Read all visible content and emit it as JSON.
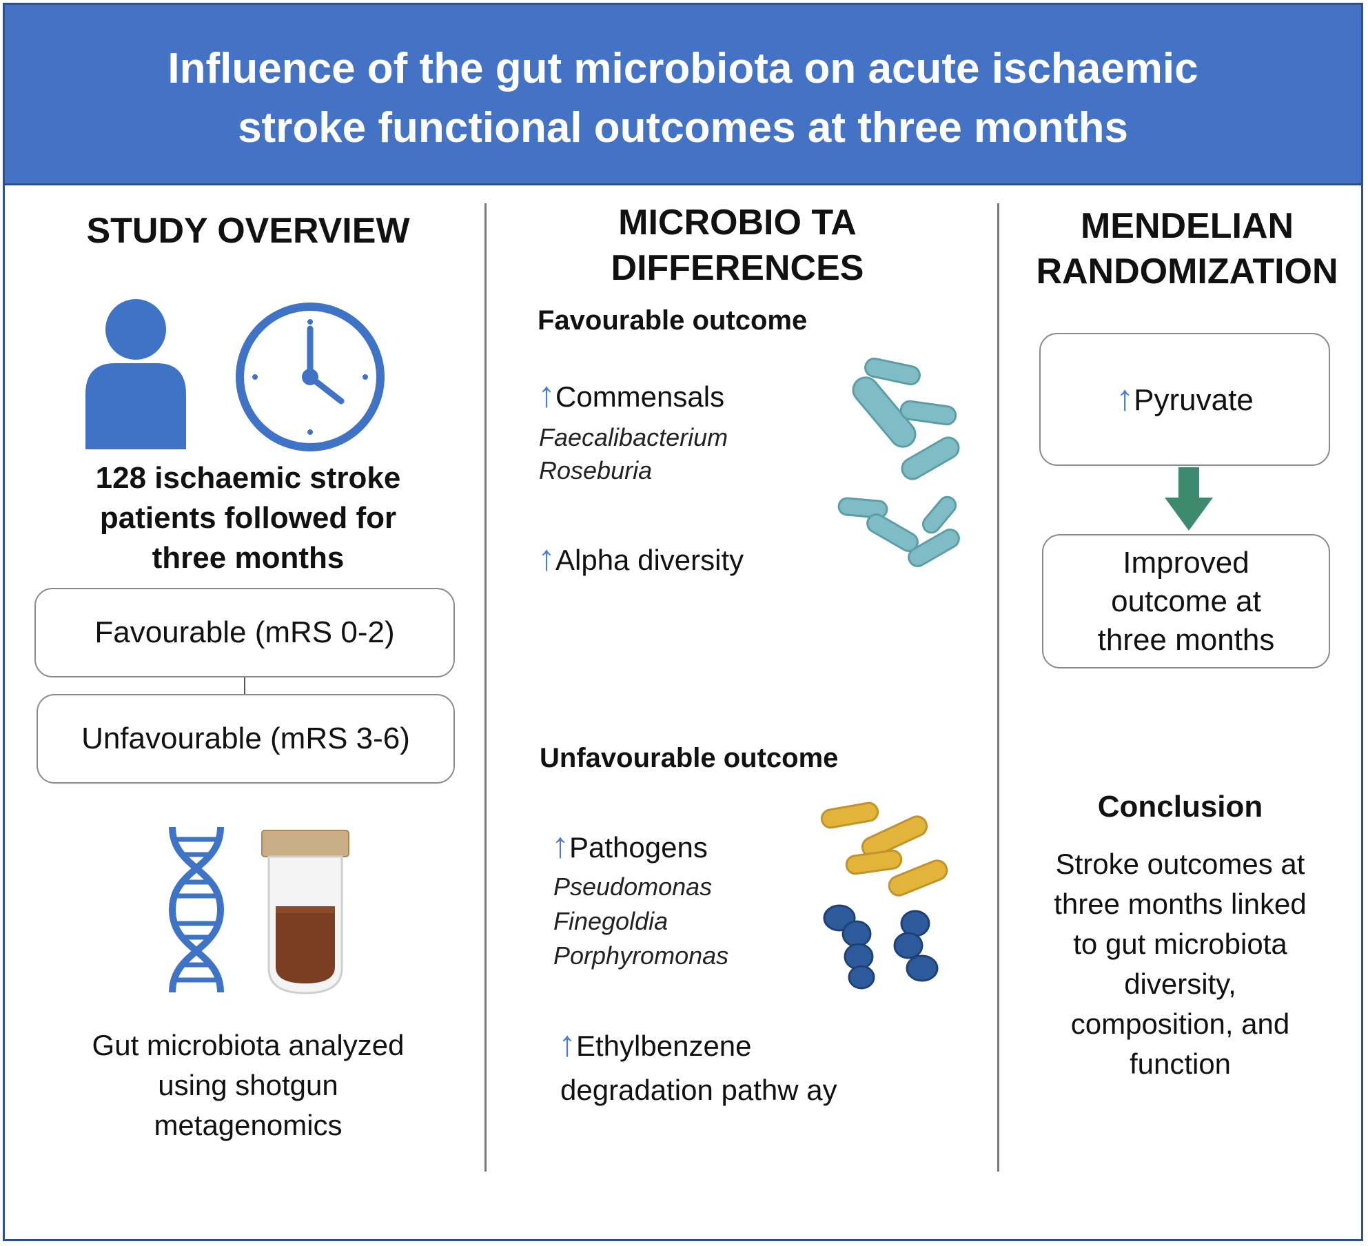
{
  "header": {
    "title_line1": "Influence of the gut microbiota on acute ischaemic",
    "title_line2": "stroke functional outcomes at three months"
  },
  "study_overview": {
    "title": "STUDY OVERVIEW",
    "patients_line1": "128 ischaemic stroke",
    "patients_line2": "patients followed for",
    "patients_line3": "three months",
    "favourable_box": "Favourable (mRS 0-2)",
    "unfavourable_box": "Unfavourable (mRS 3-6)",
    "method_line1": "Gut microbiota analyzed",
    "method_line2": "using shotgun",
    "method_line3": "metagenomics"
  },
  "microbiota": {
    "title_line1": "MICROBIO TA",
    "title_line2": "DIFFERENCES",
    "favourable_heading": "Favourable outcome",
    "arrow": "↑",
    "commensals": "Commensals",
    "genus1": "Faecalibacterium",
    "genus2": "Roseburia",
    "alpha": "Alpha diversity",
    "unfavourable_heading": "Unfavourable outcome",
    "pathogens": "Pathogens",
    "genus3": "Pseudomonas",
    "genus4": "Finegoldia",
    "genus5": "Porphyromonas",
    "ethyl_line1": "Ethylbenzene",
    "ethyl_line2": "degradation pathw ay"
  },
  "mendelian": {
    "title_line1": "MENDELIAN",
    "title_line2": "RANDOMIZATION",
    "pyruvate": "Pyruvate",
    "outcome_line1": "Improved",
    "outcome_line2": "outcome at",
    "outcome_line3": "three months",
    "conclusion_heading": "Conclusion",
    "conclusion_line1": "Stroke outcomes at",
    "conclusion_line2": "three months linked",
    "conclusion_line3": "to gut microbiota",
    "conclusion_line4": "diversity,",
    "conclusion_line5": "composition, and",
    "conclusion_line6": "function"
  },
  "colors": {
    "header_blue": "#4472c4",
    "icon_blue": "#3f73c6",
    "arrow_blue": "#4a7fd0",
    "teal_bacteria": "#7fbcc6",
    "yellow_bacteria": "#e2b43a",
    "navy_bacteria": "#2d5a9a",
    "green_arrow": "#3e8a6e"
  }
}
